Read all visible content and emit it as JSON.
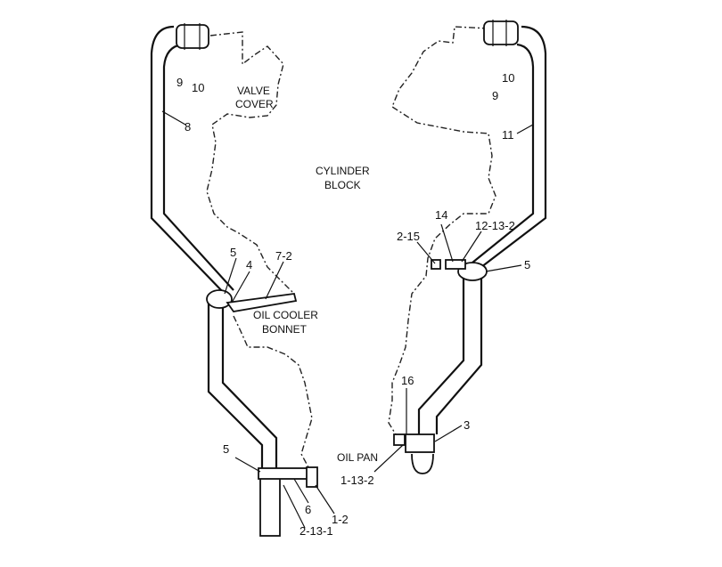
{
  "labels": {
    "valve_cover_1": "VALVE",
    "valve_cover_2": "COVER",
    "cylinder_block_1": "CYLINDER",
    "cylinder_block_2": "BLOCK",
    "oil_cooler_1": "OIL COOLER",
    "oil_cooler_2": "BONNET",
    "oil_pan": "OIL PAN"
  },
  "callouts": {
    "c9_left": "9",
    "c10_left": "10",
    "c8": "8",
    "c5_mid_left": "5",
    "c4": "4",
    "c7_2": "7-2",
    "c5_bottom_left": "5",
    "c6": "6",
    "c2_13_1": "2-13-1",
    "c1_2": "1-2",
    "c9_right": "9",
    "c10_right": "10",
    "c11": "11",
    "c14": "14",
    "c12_13_2": "12-13-2",
    "c2_15": "2-15",
    "c5_right": "5",
    "c16": "16",
    "c3": "3",
    "c1_13_2": "1-13-2"
  }
}
